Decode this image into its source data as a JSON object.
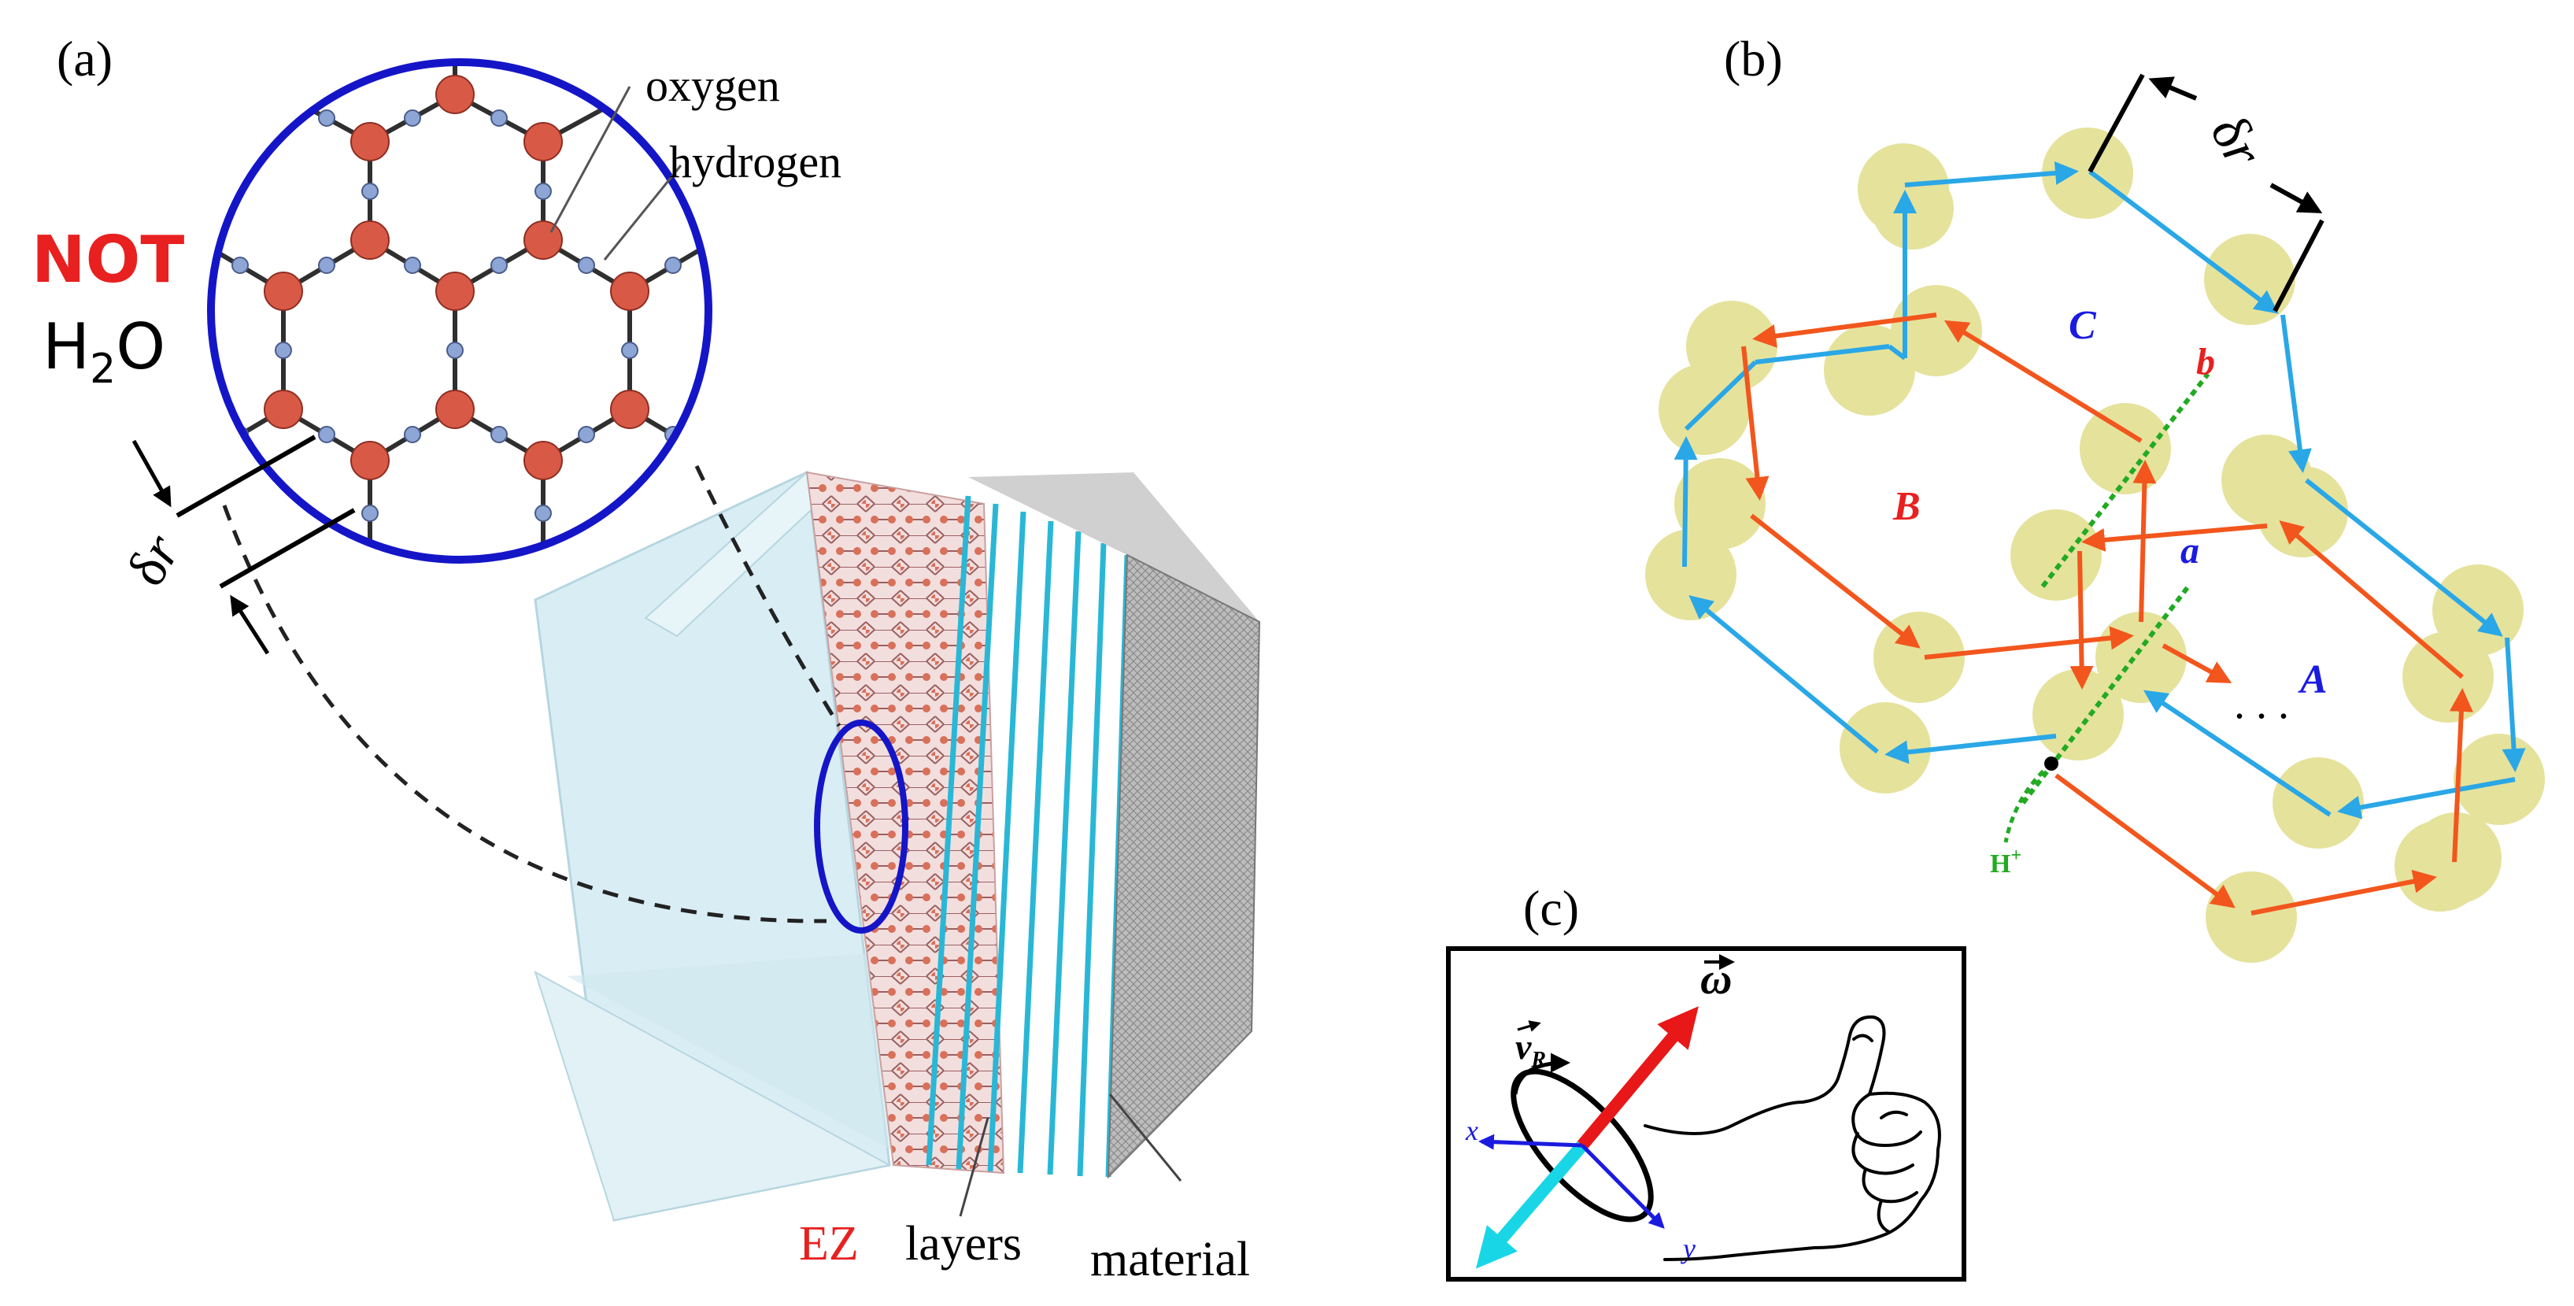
{
  "panel_a": {
    "label": "(a)",
    "callout_oxygen": "oxygen",
    "callout_hydrogen": "hydrogen",
    "not_text": "NOT",
    "h2o_h": "H",
    "h2o_sub": "2",
    "h2o_o": "O",
    "spacing_delta": "δ",
    "spacing_r": "r",
    "label_ez": "EZ",
    "label_layers": "layers",
    "label_material": "material"
  },
  "panel_b": {
    "label": "(b)",
    "ring_a": "A",
    "ring_b": "B",
    "ring_c": "C",
    "path_a": "a",
    "path_b": "b",
    "ellipsis": ". . .",
    "proton_h": "H",
    "proton_plus": "+",
    "spacing_delta": "δ",
    "spacing_r": "r"
  },
  "panel_c": {
    "label": "(c)",
    "omega": "ω",
    "velocity_v": "v",
    "velocity_sub": "R",
    "axis_x": "x",
    "axis_y": "y"
  },
  "colors": {
    "ring_blue": "#2aa7e6",
    "ring_orange": "#f2561d",
    "node_yellow": "#e5e29c",
    "label_red": "#e82020",
    "label_blue": "#1b1be0",
    "path_green": "#22aa22",
    "circle_blue": "#1515c8",
    "water_cyan": "#d9eef4",
    "layer_cyan": "#2ab7d6"
  }
}
